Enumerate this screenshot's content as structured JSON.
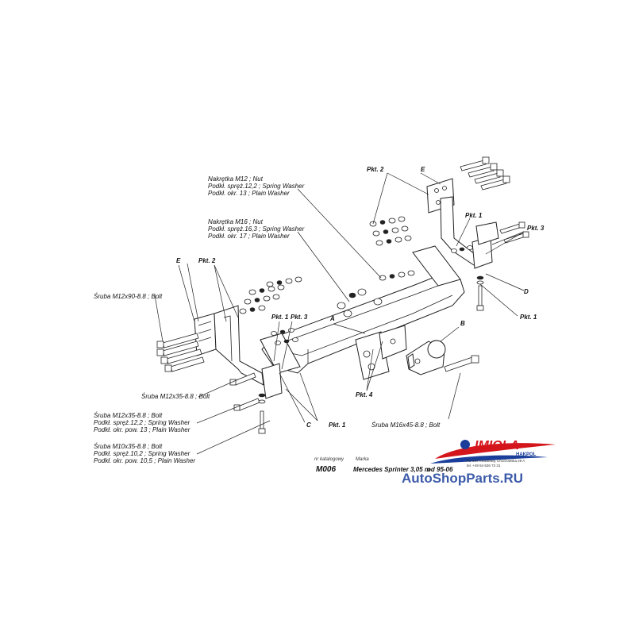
{
  "callouts": {
    "nut_m12": [
      "Nakrętka  M12 ; Nut",
      "Podkł. spręż.12,2 ; Spring Washer",
      "Podkł. okr. 13 ; Plain Washer"
    ],
    "nut_m16": [
      "Nakrętka  M16 ; Nut",
      "Podkł. spręż.16,3 ; Spring Washer",
      "Podkł. okr. 17 ; Plain Washer"
    ],
    "bolt_m12x90": "Śruba M12x90-8.8 ;  Bolt",
    "bolt_m12x35": "Śruba M12x35-8.8 ;  Bolt",
    "bolt_m12x35_set": [
      "Śruba M12x35-8.8 ;  Bolt",
      "Podkł. spręż.12,2 ; Spring Washer",
      "Podkł. okr. pow. 13 ; Plain Washer"
    ],
    "bolt_m10x35_set": [
      "Śruba M10x35-8.8 ;  Bolt",
      "Podkł. spręż.10,2 ; Spring Washer",
      "Podkł. okr. pow. 10,5 ; Plain Washer"
    ],
    "bolt_m16x45": "Śruba M16x45-8.8 ;  Bolt"
  },
  "pkt_labels": {
    "pkt1": "Pkt. 1",
    "pkt2": "Pkt. 2",
    "pkt3": "Pkt. 3",
    "pkt4": "Pkt. 4"
  },
  "part_letters": {
    "a": "A",
    "b": "B",
    "c": "C",
    "d": "D",
    "e": "E"
  },
  "info": {
    "model_code_label": "nr katalogowy",
    "model_code": "M006",
    "make_label": "Marka",
    "model": "Mercedes Sprinter 3,05 m",
    "years": "od 95-06"
  },
  "brand": {
    "name": "IMIOŁA",
    "sub": "HAKPOL",
    "address1": "PL-333 Kowalowy, Chorzowska 29 A",
    "address2": "tel. +48 64 626 73 31",
    "watermark": "AutoShopParts.RU",
    "accent": "#d4161c",
    "watermark_color": "#1a3e9a"
  }
}
